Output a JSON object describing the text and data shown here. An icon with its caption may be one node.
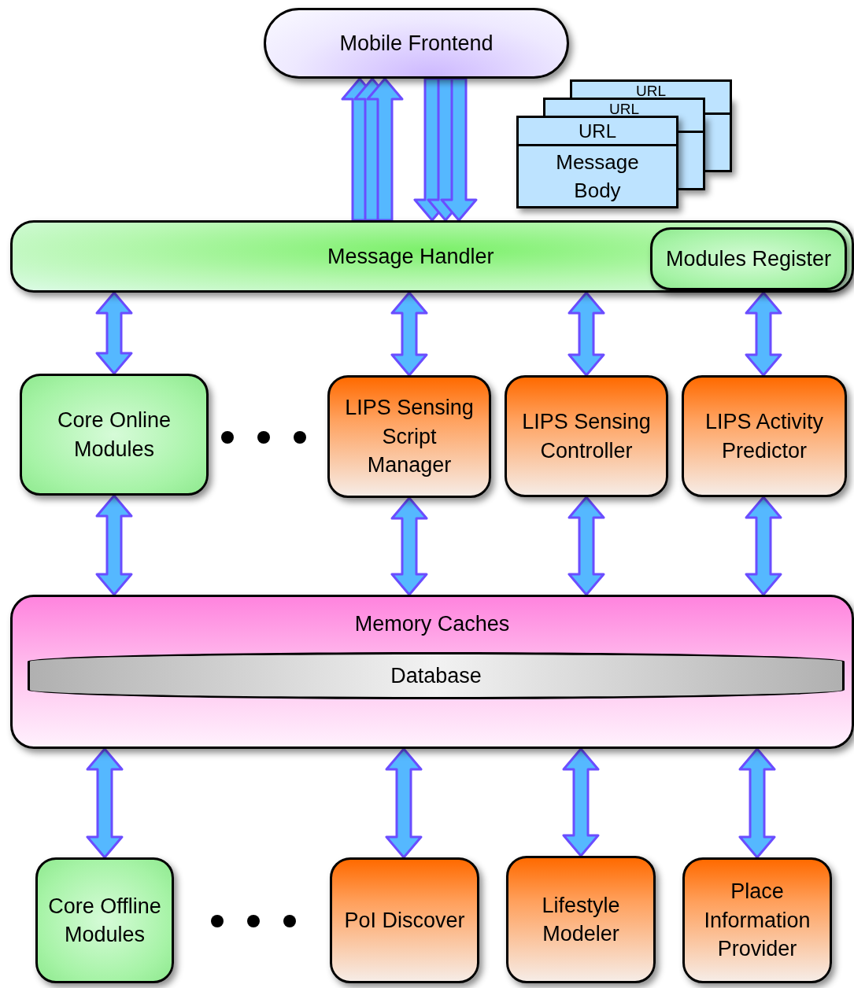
{
  "diagram": {
    "nodes": [
      {
        "text": [
          "Mobile Frontend"
        ]
      },
      {
        "text": [
          "URL"
        ]
      },
      {
        "text": [
          "URL"
        ]
      },
      {
        "text": [
          "URL",
          "Message Body"
        ]
      },
      {
        "text": [
          "Message Handler"
        ]
      },
      {
        "text": [
          "Modules Register"
        ],
        "in": 4
      },
      {
        "text": [
          "Core Online Modules"
        ]
      },
      {
        "text": [
          "LIPS Sensing Script Manager"
        ]
      },
      {
        "text": [
          "LIPS Sensing Controller"
        ]
      },
      {
        "text": [
          "LIPS Activity Predictor"
        ]
      },
      {
        "text": [
          "Memory Caches"
        ]
      },
      {
        "text": [
          "Database"
        ],
        "in": 10
      },
      {
        "text": [
          "Core Offline Modules"
        ]
      },
      {
        "text": [
          "PoI Discover"
        ]
      },
      {
        "text": [
          "Lifestyle Modeler"
        ]
      },
      {
        "text": [
          "Place Information Provider"
        ]
      }
    ],
    "edges": [
      {
        "from": 4,
        "to": 0,
        "arrow": "to"
      },
      {
        "from": 4,
        "to": 0,
        "arrow": "to"
      },
      {
        "from": 4,
        "to": 0,
        "arrow": "to"
      },
      {
        "from": 0,
        "to": 4,
        "arrow": "to"
      },
      {
        "from": 0,
        "to": 4,
        "arrow": "to"
      },
      {
        "from": 0,
        "to": 4,
        "arrow": "to"
      },
      {
        "from": 4,
        "to": 6,
        "arrow": "both"
      },
      {
        "from": 4,
        "to": 7,
        "arrow": "both"
      },
      {
        "from": 4,
        "to": 8,
        "arrow": "both"
      },
      {
        "from": 4,
        "to": 9,
        "arrow": "both"
      },
      {
        "from": 6,
        "to": 10,
        "arrow": "both"
      },
      {
        "from": 7,
        "to": 10,
        "arrow": "both"
      },
      {
        "from": 8,
        "to": 10,
        "arrow": "both"
      },
      {
        "from": 9,
        "to": 10,
        "arrow": "both"
      },
      {
        "from": 10,
        "to": 12,
        "arrow": "both"
      },
      {
        "from": 10,
        "to": 13,
        "arrow": "both"
      },
      {
        "from": 10,
        "to": 14,
        "arrow": "both"
      },
      {
        "from": 10,
        "to": 15,
        "arrow": "both"
      }
    ]
  }
}
